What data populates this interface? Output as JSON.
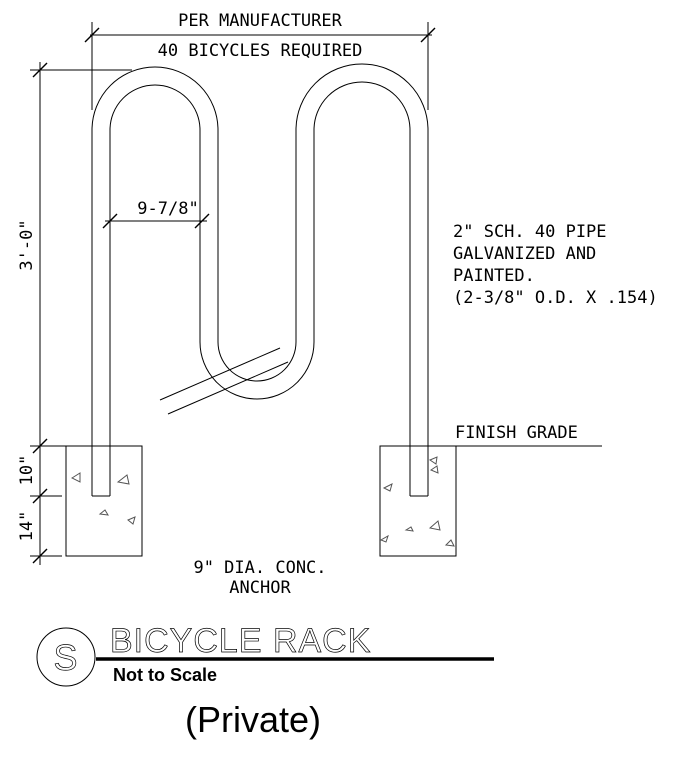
{
  "dimensions": {
    "top_line1": "PER MANUFACTURER",
    "top_line2": "40 BICYCLES REQUIRED",
    "height": "3'-0\"",
    "spacing": "9-7/8\"",
    "depth_upper": "10\"",
    "depth_lower": "14\""
  },
  "notes": {
    "pipe": [
      "2\" SCH. 40 PIPE",
      "GALVANIZED AND",
      "PAINTED.",
      "(2-3/8\" O.D. X .154)"
    ],
    "grade": "FINISH GRADE",
    "anchor": [
      "9\" DIA. CONC.",
      "ANCHOR"
    ]
  },
  "title_block": {
    "symbol": "S",
    "title": "BICYCLE RACK",
    "scale": "Not to Scale"
  },
  "footer": "(Private)"
}
